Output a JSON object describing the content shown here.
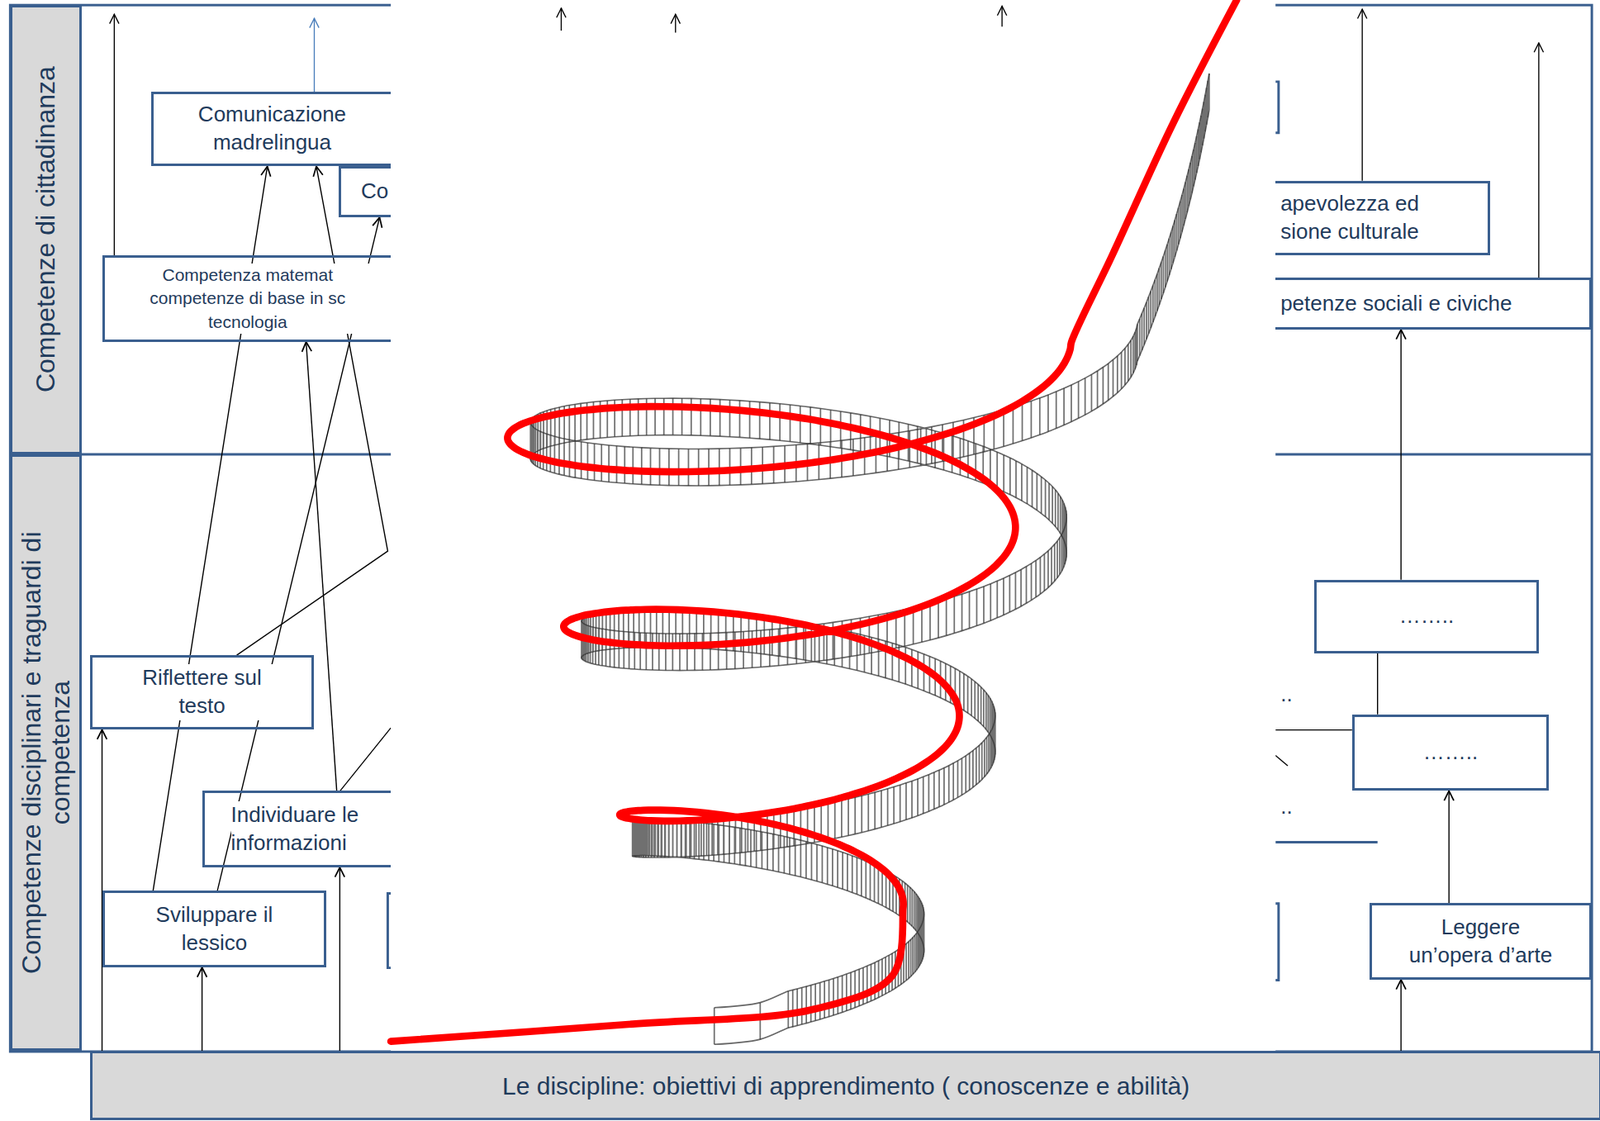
{
  "diagram": {
    "nodes": [
      {
        "text": [
          "Competenze di cittadinanza"
        ]
      },
      {
        "text": [
          "Comunicazione madrelingua"
        ]
      },
      {
        "text": [
          "Co"
        ]
      },
      {
        "text": [
          "Competenza matemat competenze di base in sc tecnologia"
        ]
      },
      {
        "text": [
          "apevolezza ed sione culturale"
        ]
      },
      {
        "text": [
          "petenze sociali e civiche"
        ]
      },
      {
        "text": [
          "Competenze disciplinari e traguardi di competenza"
        ]
      },
      {
        "text": [
          "…….."
        ]
      },
      {
        "text": [
          "Riflettere sul testo"
        ]
      },
      {
        "text": [
          "…….."
        ]
      },
      {
        "text": [
          "Individuare le informazioni"
        ]
      },
      {
        "text": [
          "Sviluppare il lessico"
        ]
      },
      {
        "text": [
          "Leggere un’opera d’arte"
        ]
      },
      {
        "text": [
          "Le discipline: obiettivi di apprendimento ( conoscenze e abilità)"
        ]
      }
    ],
    "edges": [
      {
        "from": 11,
        "to": 1,
        "arrow": "to"
      },
      {
        "from": 11,
        "to": 2,
        "arrow": "to"
      },
      {
        "from": 8,
        "to": 1,
        "arrow": "to"
      },
      {
        "from": 10,
        "to": 3,
        "arrow": "to"
      },
      {
        "from": 13,
        "to": 8,
        "arrow": "to"
      },
      {
        "from": 13,
        "to": 11,
        "arrow": "to"
      },
      {
        "from": 13,
        "to": 10,
        "arrow": "to"
      },
      {
        "from": 13,
        "to": 12,
        "arrow": "to"
      },
      {
        "from": 12,
        "to": 9,
        "arrow": "to"
      },
      {
        "from": 9,
        "to": 7,
        "arrow": "none"
      },
      {
        "from": 7,
        "to": 5,
        "arrow": "to"
      }
    ],
    "labels": [
      "..",
      ".."
    ]
  }
}
